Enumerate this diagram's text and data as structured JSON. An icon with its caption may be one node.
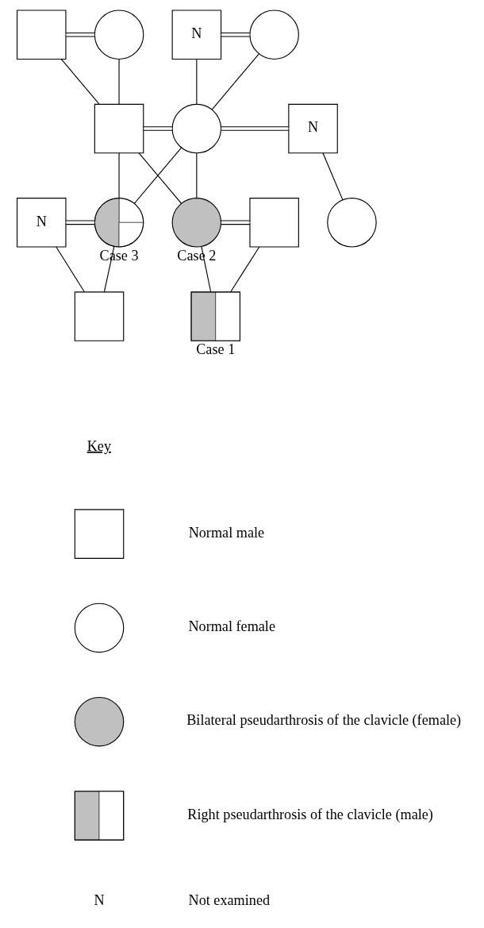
{
  "diagram": {
    "nodes": [
      {
        "text": [],
        "shape": "box"
      },
      {
        "text": [],
        "shape": "circle"
      },
      {
        "text": [
          "N"
        ]
      },
      {
        "text": [],
        "shape": "circle"
      },
      {
        "text": [],
        "shape": "box"
      },
      {
        "text": [],
        "shape": "circle"
      },
      {
        "text": [
          "N"
        ]
      },
      {
        "text": [
          "N"
        ]
      },
      {
        "text": [],
        "shape": "circle",
        "beside": [
          "Case 3"
        ]
      },
      {
        "text": [],
        "shape": "circle",
        "beside": [
          "Case 2"
        ]
      },
      {
        "text": [],
        "shape": "box"
      },
      {
        "text": [],
        "shape": "circle"
      },
      {
        "text": [],
        "shape": "box"
      },
      {
        "text": [],
        "shape": "box",
        "beside": [
          "Case 1"
        ]
      },
      {
        "text": [],
        "shape": "box"
      },
      {
        "text": [],
        "shape": "circle"
      },
      {
        "text": [],
        "shape": "circle"
      },
      {
        "text": [],
        "shape": "box"
      }
    ],
    "edges": [
      {
        "from": 0,
        "to": 1,
        "arrow": "none"
      },
      {
        "from": 2,
        "to": 3,
        "arrow": "none"
      },
      {
        "from": 0,
        "to": 4,
        "arrow": "none"
      },
      {
        "from": 1,
        "to": 4,
        "arrow": "none"
      },
      {
        "from": 2,
        "to": 5,
        "arrow": "none"
      },
      {
        "from": 3,
        "to": 5,
        "arrow": "none"
      },
      {
        "from": 4,
        "to": 5,
        "arrow": "none"
      },
      {
        "from": 5,
        "to": 6,
        "arrow": "none"
      },
      {
        "from": 4,
        "to": 8,
        "arrow": "none"
      },
      {
        "from": 5,
        "to": 8,
        "arrow": "none"
      },
      {
        "from": 4,
        "to": 9,
        "arrow": "none"
      },
      {
        "from": 5,
        "to": 9,
        "arrow": "none"
      },
      {
        "from": 6,
        "to": 11,
        "arrow": "none"
      },
      {
        "from": 7,
        "to": 8,
        "arrow": "none"
      },
      {
        "from": 9,
        "to": 10,
        "arrow": "none"
      },
      {
        "from": 7,
        "to": 12,
        "arrow": "none"
      },
      {
        "from": 8,
        "to": 12,
        "arrow": "none"
      },
      {
        "from": 9,
        "to": 13,
        "arrow": "none"
      },
      {
        "from": 10,
        "to": 13,
        "arrow": "none"
      }
    ],
    "labels": [
      "Key",
      "N"
    ],
    "legend": [
      {
        "text": "Normal male"
      },
      {
        "text": "Normal female"
      },
      {
        "text": "Bilateral pseudarthrosis of the clavicle (female)"
      },
      {
        "text": "Right pseudarthrosis of the clavicle (male)"
      },
      {
        "text": "Not examined"
      }
    ]
  }
}
